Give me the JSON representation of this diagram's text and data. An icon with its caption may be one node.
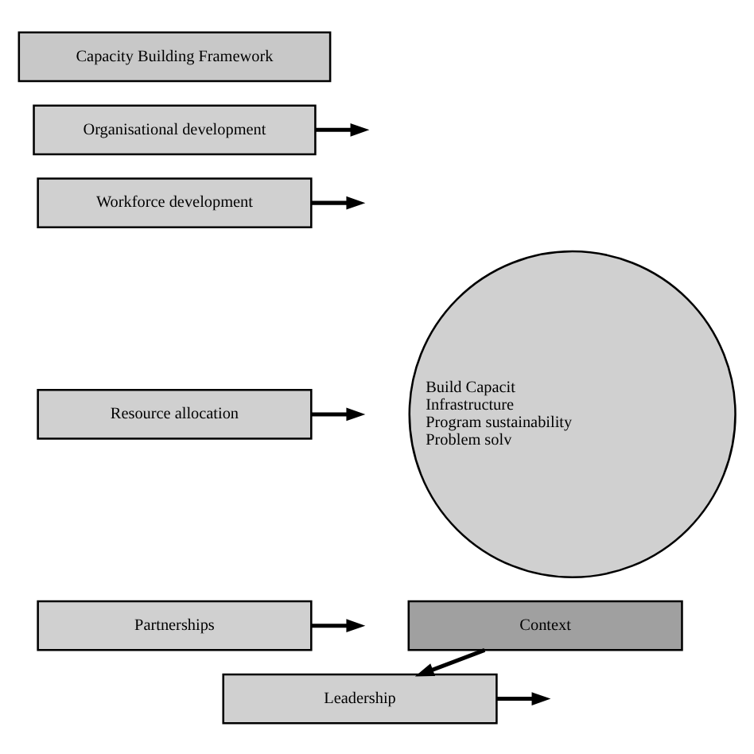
{
  "diagram": {
    "nodes": [
      {
        "text": [
          "Capacity Building Framework"
        ]
      },
      {
        "text": [
          "Organisational development"
        ]
      },
      {
        "text": [
          "Workforce development"
        ]
      },
      {
        "text": [
          "Resource allocation"
        ]
      },
      {
        "text": [
          "Partnerships"
        ]
      },
      {
        "text": [
          "Leadership"
        ]
      },
      {
        "text": [
          "Build Capacit",
          "Infrastructure",
          "Program sustainability",
          "Problem solv"
        ]
      },
      {
        "text": [
          "Context"
        ]
      }
    ],
    "edges": [
      {
        "from": 1,
        "to": null,
        "arrow": "to"
      },
      {
        "from": 2,
        "to": null,
        "arrow": "to"
      },
      {
        "from": 3,
        "to": null,
        "arrow": "to"
      },
      {
        "from": 4,
        "to": null,
        "arrow": "to"
      },
      {
        "from": 5,
        "to": null,
        "arrow": "to"
      },
      {
        "from": 7,
        "to": 5,
        "arrow": "to"
      }
    ]
  }
}
